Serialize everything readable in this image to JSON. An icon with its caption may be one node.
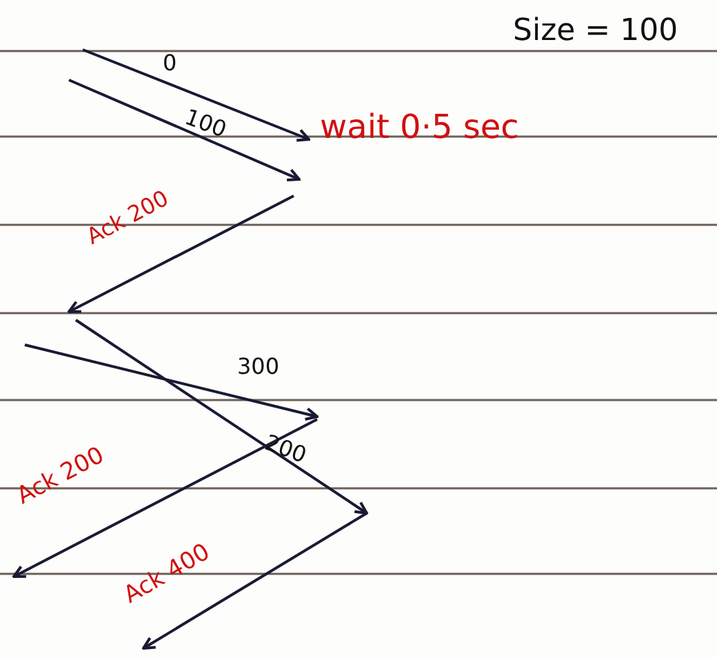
{
  "diagram": {
    "labels": [
      "Size = 100",
      "0",
      "100",
      "wait 0·5 sec",
      "Ack 200",
      "300",
      "200",
      "Ack 200",
      "Ack 400"
    ]
  }
}
